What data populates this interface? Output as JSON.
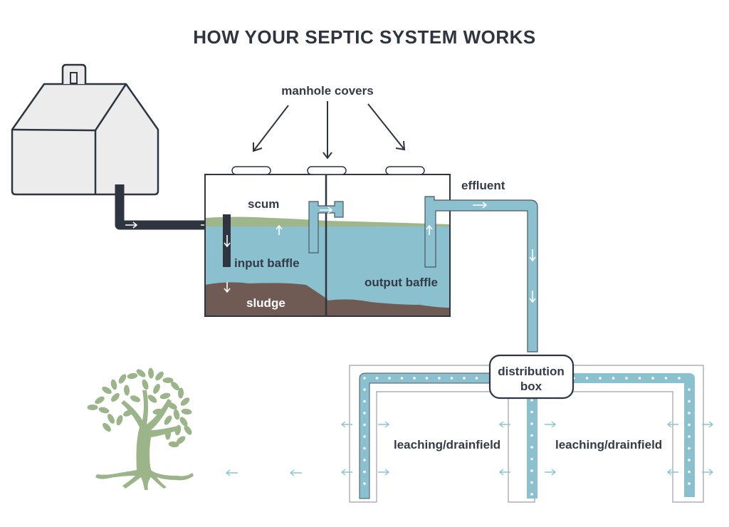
{
  "title": "HOW YOUR SEPTIC SYSTEM WORKS",
  "labels": {
    "manhole_covers": "manhole covers",
    "scum": "scum",
    "input_baffle": "input baffle",
    "sludge": "sludge",
    "output_baffle": "output baffle",
    "effluent": "effluent",
    "distribution_box_line1": "distribution",
    "distribution_box_line2": "box",
    "drainfield_left": "leaching/drainfield",
    "drainfield_right": "leaching/drainfield"
  },
  "colors": {
    "outline": "#2e3440",
    "water": "#8bc0ce",
    "scum": "#9fb68a",
    "sludge": "#6f5b53",
    "house_fill": "#ececec",
    "tree": "#9cb48a",
    "flow_arrow": "#8cc3d1"
  },
  "icons": {
    "house": "house-icon",
    "tree": "tree-icon"
  }
}
